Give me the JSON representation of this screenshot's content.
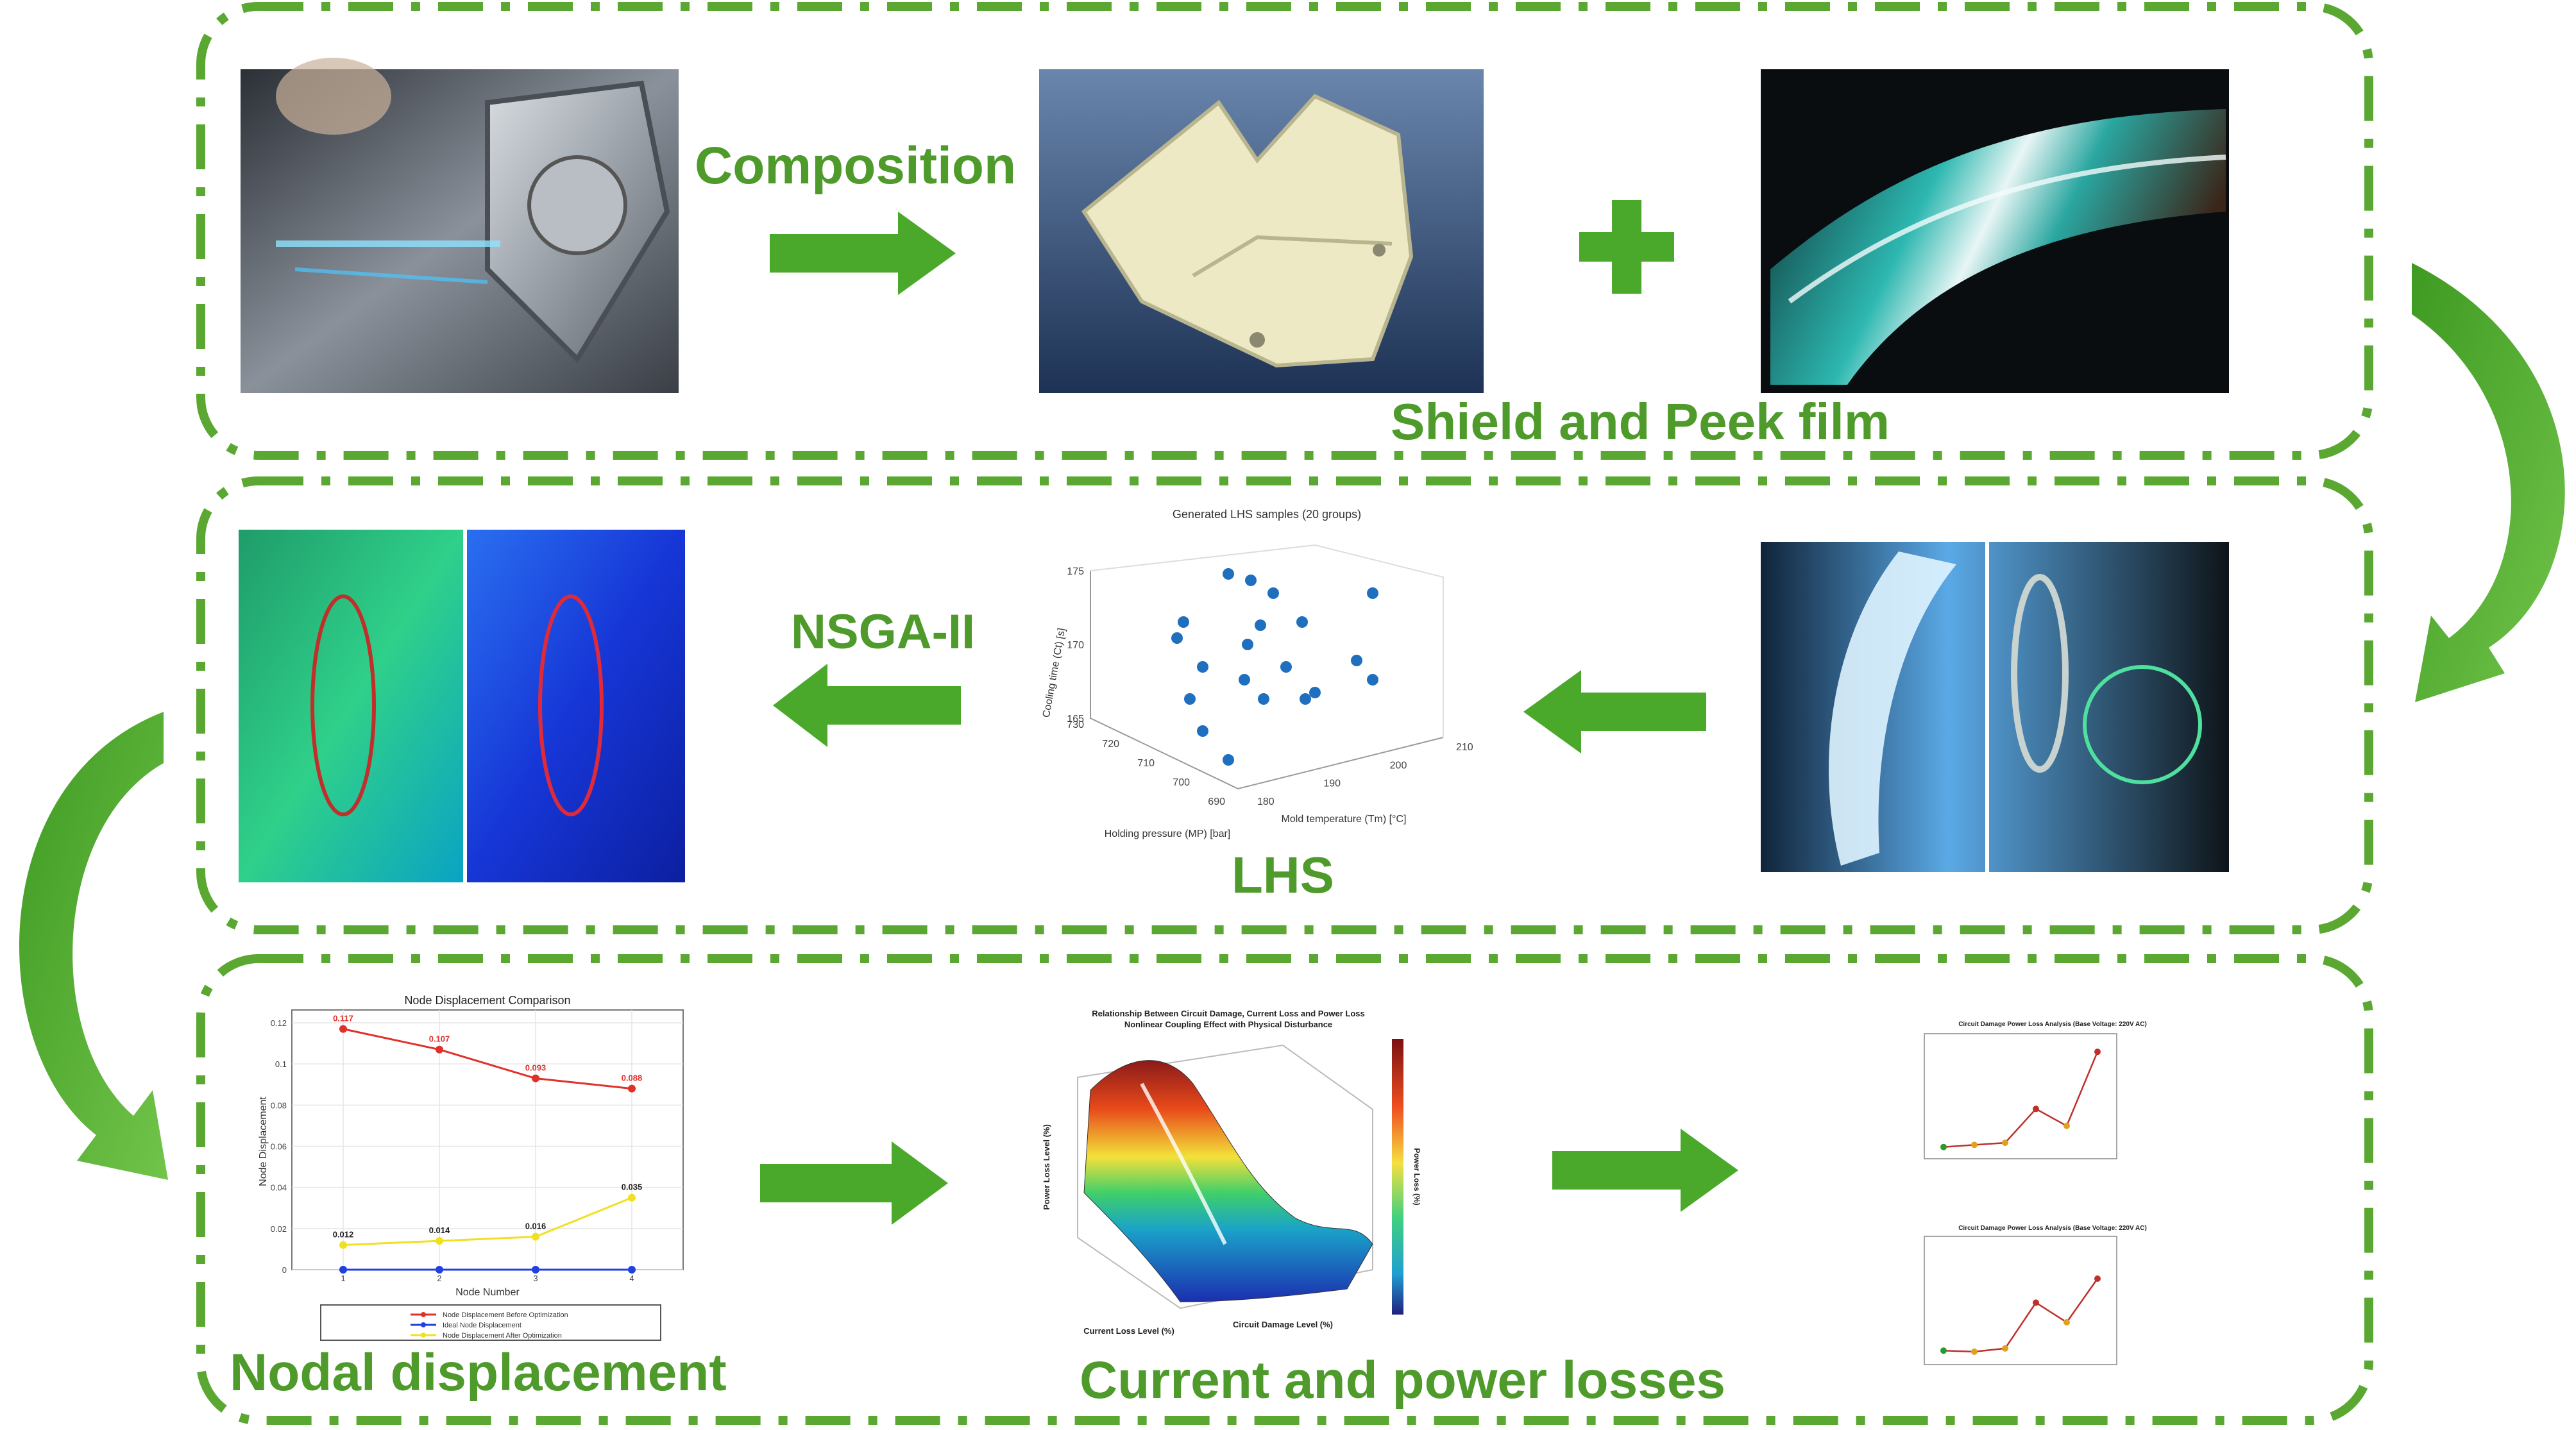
{
  "labels": {
    "composition": "Composition",
    "shield_and_peek_film": "Shield and Peek film",
    "nsga": "NSGA-II",
    "lhs": "LHS",
    "nodal_displacement": "Nodal displacement",
    "current_and_power_losses": "Current and power losses"
  },
  "colors": {
    "accent_green": "#4e9a2a",
    "dashed_frame": "#5aa832",
    "arrow_fill": "#4aa82a"
  },
  "icons": {
    "plus": "plus-icon",
    "arrow": "block-arrow-icon",
    "curved_arrow": "curved-arrow-icon"
  },
  "chart_data": [
    {
      "type": "scatter",
      "title": "Generated LHS samples (20 groups)",
      "xlabel": "Holding pressure (MP) [bar]",
      "ylabel": "Mold temperature (Tm) [°C]",
      "zlabel": "Cooling time (Ct) [s]",
      "xticks": [
        "690",
        "700",
        "710",
        "720",
        "730"
      ],
      "yticks": [
        "180",
        "190",
        "200",
        "210"
      ],
      "zticks": [
        "165",
        "170",
        "175"
      ]
    },
    {
      "type": "line",
      "title": "Node Displacement Comparison",
      "xlabel": "Node Number",
      "ylabel": "Node Displacement",
      "x": [
        1,
        2,
        3,
        4
      ],
      "ylim": [
        0,
        0.12
      ],
      "yticks": [
        "0",
        "0.02",
        "0.04",
        "0.06",
        "0.08",
        "0.1",
        "0.12"
      ],
      "legend": "bottom",
      "series": [
        {
          "name": "Node Displacement Before Optimization",
          "color": "#e0302a",
          "values": [
            0.117,
            0.107,
            0.093,
            0.088
          ],
          "labels": [
            "0.117",
            "0.107",
            "0.093",
            "0.088"
          ]
        },
        {
          "name": "Ideal Node Displacement",
          "color": "#2040e0",
          "values": [
            0,
            0,
            0,
            0
          ],
          "labels": []
        },
        {
          "name": "Node Displacement After Optimization",
          "color": "#f0e020",
          "values": [
            0.012,
            0.014,
            0.016,
            0.035
          ],
          "labels": [
            "0.012",
            "0.014",
            "0.016",
            "0.035"
          ]
        }
      ]
    },
    {
      "type": "surface",
      "title": "Relationship Between Circuit Damage, Current Loss and Power Loss",
      "subtitle": "Nonlinear Coupling Effect with Physical Disturbance",
      "xlabel": "Current Loss Level (%)",
      "ylabel": "Circuit Damage Level (%)",
      "zlabel": "Power Loss Level (%)",
      "colorbar_label": "Power Loss (%)"
    },
    {
      "type": "line",
      "title": "Circuit Damage Power Loss Analysis (Base Voltage: 220V AC)",
      "values": [
        2,
        4,
        6,
        38,
        22,
        92
      ]
    },
    {
      "type": "line",
      "title": "Circuit Damage Power Loss Analysis (Base Voltage: 220V AC)",
      "values": [
        4,
        3,
        6,
        48,
        30,
        70
      ]
    }
  ]
}
